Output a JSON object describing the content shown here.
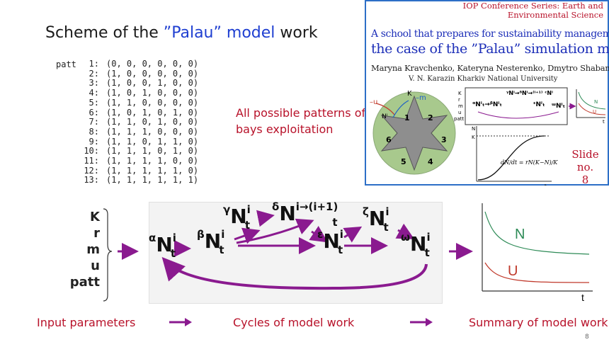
{
  "title": {
    "pre": "Scheme of the ",
    "model_name": "”Palau” model",
    "post": " work"
  },
  "patterns": {
    "label": "patt",
    "rows": [
      {
        "index": "1",
        "value": "(0, 0, 0, 0, 0, 0)"
      },
      {
        "index": "2",
        "value": "(1, 0, 0, 0, 0, 0)"
      },
      {
        "index": "3",
        "value": "(1, 0, 0, 1, 0, 0)"
      },
      {
        "index": "4",
        "value": "(1, 0, 1, 0, 0, 0)"
      },
      {
        "index": "5",
        "value": "(1, 1, 0, 0, 0, 0)"
      },
      {
        "index": "6",
        "value": "(1, 0, 1, 0, 1, 0)"
      },
      {
        "index": "7",
        "value": "(1, 1, 0, 1, 0, 0)"
      },
      {
        "index": "8",
        "value": "(1, 1, 1, 0, 0, 0)"
      },
      {
        "index": "9",
        "value": "(1, 1, 0, 1, 1, 0)"
      },
      {
        "index": "10",
        "value": "(1, 1, 1, 0, 1, 0)"
      },
      {
        "index": "11",
        "value": "(1, 1, 1, 1, 0, 0)"
      },
      {
        "index": "12",
        "value": "(1, 1, 1, 1, 1, 0)"
      },
      {
        "index": "13",
        "value": "(1, 1, 1, 1, 1, 1)"
      }
    ],
    "caption": "All possible patterns of bays exploitation"
  },
  "paper": {
    "conference": "IOP Conference Series: Earth and Environmental Science",
    "title_line1": "A school that prepares for sustainability management:",
    "title_line2": "the case of the ”Palau” simulation model",
    "authors": "Maryna Kravchenko, Kateryna Nesterenko, Dmytro Shabanov",
    "affiliation": "V. N. Karazin Kharkiv National University",
    "slide_label": "Slide no.",
    "slide_number": "8",
    "star_numbers": [
      "1",
      "2",
      "3",
      "4",
      "5",
      "6"
    ],
    "star_labels": {
      "u": "–u",
      "k": "K",
      "m": "–m",
      "n": "Nⁱ"
    },
    "mini_params": [
      "K",
      "r",
      "m",
      "u",
      "patt"
    ],
    "logistic": {
      "y": "N",
      "k": "K",
      "t": "t",
      "equation": "dN/dt = rN(K−N)/K"
    },
    "mini_summary": {
      "n": "N",
      "u": "U",
      "t": "t"
    }
  },
  "scheme": {
    "params": [
      "K",
      "r",
      "m",
      "u",
      "patt"
    ],
    "nodes": {
      "alpha": {
        "pre": "α",
        "main": "N",
        "sup": "i",
        "sub": "t"
      },
      "beta": {
        "pre": "β",
        "main": "N",
        "sup": "i",
        "sub": "t"
      },
      "gamma": {
        "pre": "γ",
        "main": "N",
        "sup": "i",
        "sub": "t"
      },
      "delta": {
        "pre": "δ",
        "main": "N",
        "sup": "i→(i+1)",
        "sub": "t"
      },
      "epsilon": {
        "pre": "ε",
        "main": "N",
        "sup": "i",
        "sub": "t"
      },
      "zeta": {
        "pre": "ζ",
        "main": "N",
        "sup": "i",
        "sub": "t"
      },
      "omega": {
        "pre": "ω",
        "main": "N",
        "sup": "i",
        "sub": "t"
      }
    },
    "summary": {
      "n_label": "N",
      "u_label": "U",
      "t_label": "t",
      "n_color": "#2e8b57",
      "u_color": "#c0392b"
    }
  },
  "captions": {
    "input": "Input parameters",
    "cycles": "Cycles of model work",
    "summary": "Summary of model work"
  },
  "page_number": "8",
  "colors": {
    "accent_red": "#b8122a",
    "arrow_purple": "#8a1a8f",
    "title_blue": "#1f3fd1",
    "card_border": "#2d6fc7"
  }
}
